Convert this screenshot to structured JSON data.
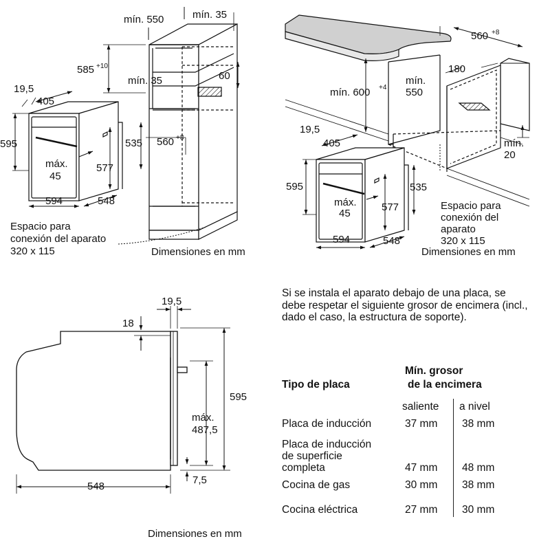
{
  "panel_tl": {
    "dim_min550": "mín. 550",
    "dim_min35_top": "mín. 35",
    "dim_585": "585",
    "dim_585_sup": "+10",
    "dim_min35_mid": "mín. 35",
    "dim_60": "60",
    "dim_19_5": "19,5",
    "dim_405": "405",
    "dim_595": "595",
    "dim_535": "535",
    "dim_560": "560",
    "dim_560_sup": "+8",
    "dim_max": "máx.",
    "dim_45": "45",
    "dim_577": "577",
    "dim_594": "594",
    "dim_548": "548",
    "conn_line1": "Espacio para",
    "conn_line2": "conexión del aparato",
    "conn_line3": "320 x 115",
    "caption": "Dimensiones en mm"
  },
  "panel_tr": {
    "dim_560": "560",
    "dim_560_sup": "+8",
    "dim_min": "mín.",
    "dim_550": "550",
    "dim_180": "180",
    "dim_min600": "mín. 600",
    "dim_min600_sup": "+4",
    "dim_min20_a": "mín.",
    "dim_min20_b": "20",
    "dim_19_5": "19,5",
    "dim_405": "405",
    "dim_595": "595",
    "dim_535": "535",
    "dim_max": "máx.",
    "dim_45": "45",
    "dim_577": "577",
    "dim_594": "594",
    "dim_548": "548",
    "conn_line1": "Espacio para",
    "conn_line2": "conexión del",
    "conn_line3": "aparato",
    "conn_line4": "320 x 115",
    "caption": "Dimensiones en mm"
  },
  "panel_bl": {
    "dim_19_5": "19,5",
    "dim_18": "18",
    "dim_595": "595",
    "dim_max": "máx.",
    "dim_487_5": "487,5",
    "dim_7_5": "7,5",
    "dim_548": "548",
    "caption": "Dimensiones en mm"
  },
  "note": "Si se instala el aparato debajo de una placa, se debe respetar el siguiente grosor de encimera (incl., dado el caso, la estructura de soporte).",
  "table": {
    "col_type": "Tipo de placa",
    "col_min_line1": "Mín. grosor",
    "col_min_line2": "de la encimera",
    "sub_saliente": "saliente",
    "sub_nivel": "a nivel",
    "rows": [
      {
        "type": "Placa de inducción",
        "saliente": "37 mm",
        "nivel": "38 mm"
      },
      {
        "type_line1": "Placa de inducción",
        "type_line2": "de superficie",
        "type_line3": "completa",
        "saliente": "47 mm",
        "nivel": "48 mm"
      },
      {
        "type": "Cocina de gas",
        "saliente": "30 mm",
        "nivel": "38 mm"
      },
      {
        "type": "Cocina eléctrica",
        "saliente": "27 mm",
        "nivel": "30 mm"
      }
    ]
  }
}
